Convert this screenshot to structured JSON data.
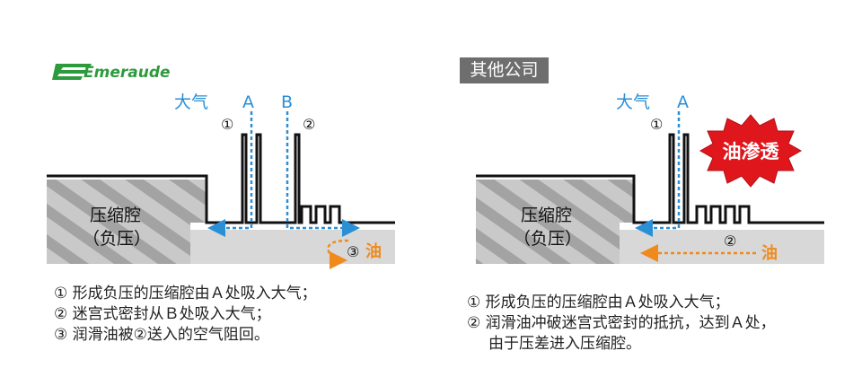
{
  "colors": {
    "blue": "#2b8fd6",
    "orange": "#f08a1c",
    "red": "#e0161d",
    "green": "#2e9a3e",
    "gray_band": "#d8d8d8",
    "hatch": "#9d9d9d"
  },
  "left": {
    "brand": "Emeraude",
    "label_air": "大气",
    "label_A": "A",
    "label_B": "B",
    "marker_1": "①",
    "marker_2": "②",
    "marker_3": "③",
    "oil": "油",
    "chamber_line1": "压缩腔",
    "chamber_line2": "（负压）",
    "notes": [
      "① 形成负压的压缩腔由Ａ处吸入大气；",
      "② 迷宫式密封从Ｂ处吸入大气；",
      "③ 润滑油被②送入的空气阻回。"
    ]
  },
  "right": {
    "company": "其他公司",
    "label_air": "大气",
    "label_A": "A",
    "marker_1": "①",
    "marker_2": "②",
    "oil": "油",
    "burst": "油渗透",
    "chamber_line1": "压缩腔",
    "chamber_line2": "（负压）",
    "notes": [
      "① 形成负压的压缩腔由Ａ处吸入大气；",
      "② 润滑油冲破迷宫式密封的抵抗，达到Ａ处，",
      "由于压差进入压缩腔。"
    ]
  }
}
